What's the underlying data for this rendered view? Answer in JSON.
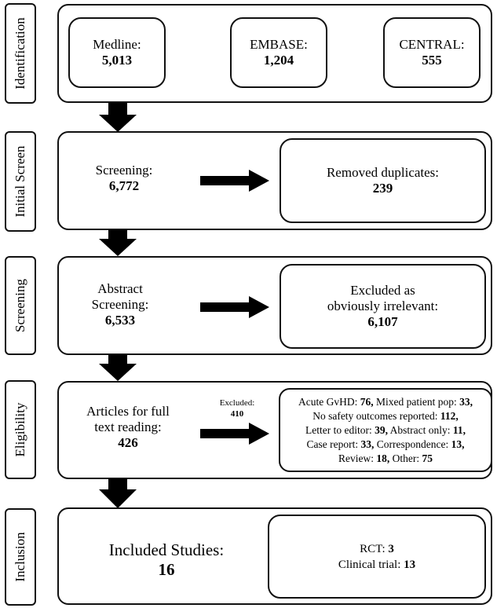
{
  "stages": {
    "identification": "Identification",
    "initial_screen": "Initial Screen",
    "screening": "Screening",
    "eligibility": "Eligibility",
    "inclusion": "Inclusion"
  },
  "identification": {
    "sources": [
      {
        "name": "Medline:",
        "count": "5,013"
      },
      {
        "name": "EMBASE:",
        "count": "1,204"
      },
      {
        "name": "CENTRAL:",
        "count": "555"
      }
    ]
  },
  "initial_screen": {
    "label": "Screening:",
    "count": "6,772",
    "removed_label": "Removed duplicates:",
    "removed_count": "239"
  },
  "screening": {
    "label_line1": "Abstract",
    "label_line2": "Screening:",
    "count": "6,533",
    "excluded_line1": "Excluded as",
    "excluded_line2": "obviously irrelevant:",
    "excluded_count": "6,107"
  },
  "eligibility": {
    "label_line1": "Articles for full",
    "label_line2": "text reading:",
    "count": "426",
    "excluded_label": "Excluded:",
    "excluded_count": "410",
    "reasons": [
      {
        "label": "Acute GvHD:",
        "value": "76,",
        "label2": "Mixed patient pop:",
        "value2": "33,"
      },
      {
        "label": "No safety outcomes reported:",
        "value": "112,"
      },
      {
        "label": "Letter to editor:",
        "value": "39,",
        "label2": "Abstract only:",
        "value2": "11,"
      },
      {
        "label": "Case report:",
        "value": "33,",
        "label2": "Correspondence:",
        "value2": "13,"
      },
      {
        "label": "Review:",
        "value": "18,",
        "label2": "Other:",
        "value2": "75"
      }
    ]
  },
  "inclusion": {
    "label": "Included Studies:",
    "count": "16",
    "rct_label": "RCT:",
    "rct_count": "3",
    "trial_label": "Clinical trial:",
    "trial_count": "13"
  }
}
